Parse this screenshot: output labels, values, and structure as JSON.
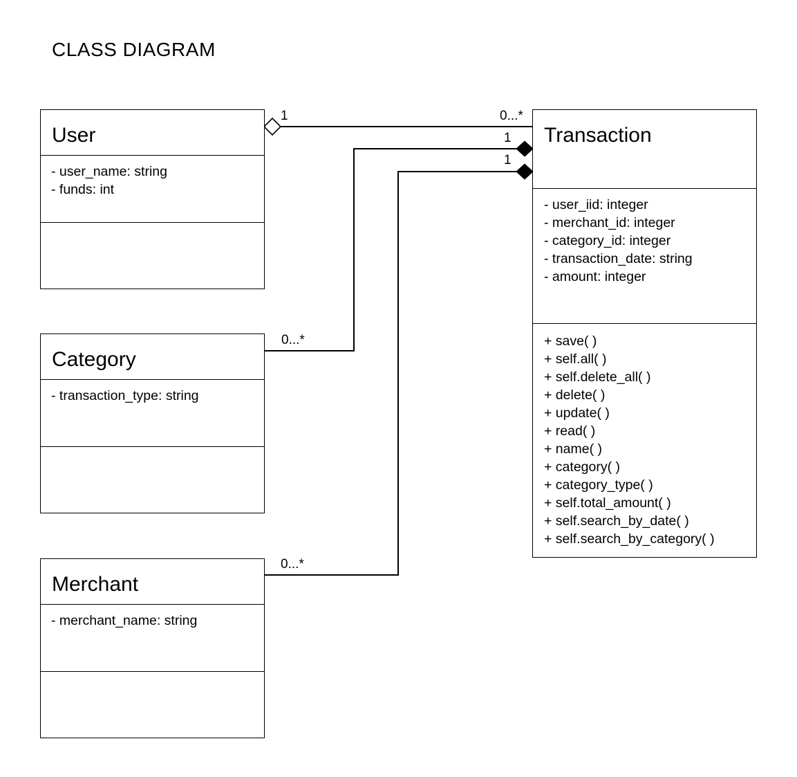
{
  "title": "CLASS DIAGRAM",
  "classes": {
    "user": {
      "name": "User",
      "attributes": [
        "- user_name: string",
        "- funds: int"
      ],
      "operations": []
    },
    "category": {
      "name": "Category",
      "attributes": [
        "- transaction_type: string"
      ],
      "operations": []
    },
    "merchant": {
      "name": "Merchant",
      "attributes": [
        "- merchant_name: string"
      ],
      "operations": []
    },
    "transaction": {
      "name": "Transaction",
      "attributes": [
        "- user_iid: integer",
        "- merchant_id: integer",
        "- category_id: integer",
        "- transaction_date: string",
        "- amount: integer"
      ],
      "operations": [
        "+ save( )",
        "+ self.all( )",
        "+ self.delete_all( )",
        "+ delete( )",
        "+ update( )",
        "+ read( )",
        "+ name( )",
        "+ category( )",
        "+ category_type( )",
        "+ self.total_amount( )",
        "+ self.search_by_date( )",
        "+ self.search_by_category( )"
      ]
    }
  },
  "associations": [
    {
      "from": "User",
      "to": "Transaction",
      "kind": "aggregation",
      "from_multiplicity": "1",
      "to_multiplicity": "0...*"
    },
    {
      "from": "Category",
      "to": "Transaction",
      "kind": "composition",
      "from_multiplicity": "0...*",
      "to_multiplicity": "1"
    },
    {
      "from": "Merchant",
      "to": "Transaction",
      "kind": "composition",
      "from_multiplicity": "0...*",
      "to_multiplicity": "1"
    }
  ]
}
